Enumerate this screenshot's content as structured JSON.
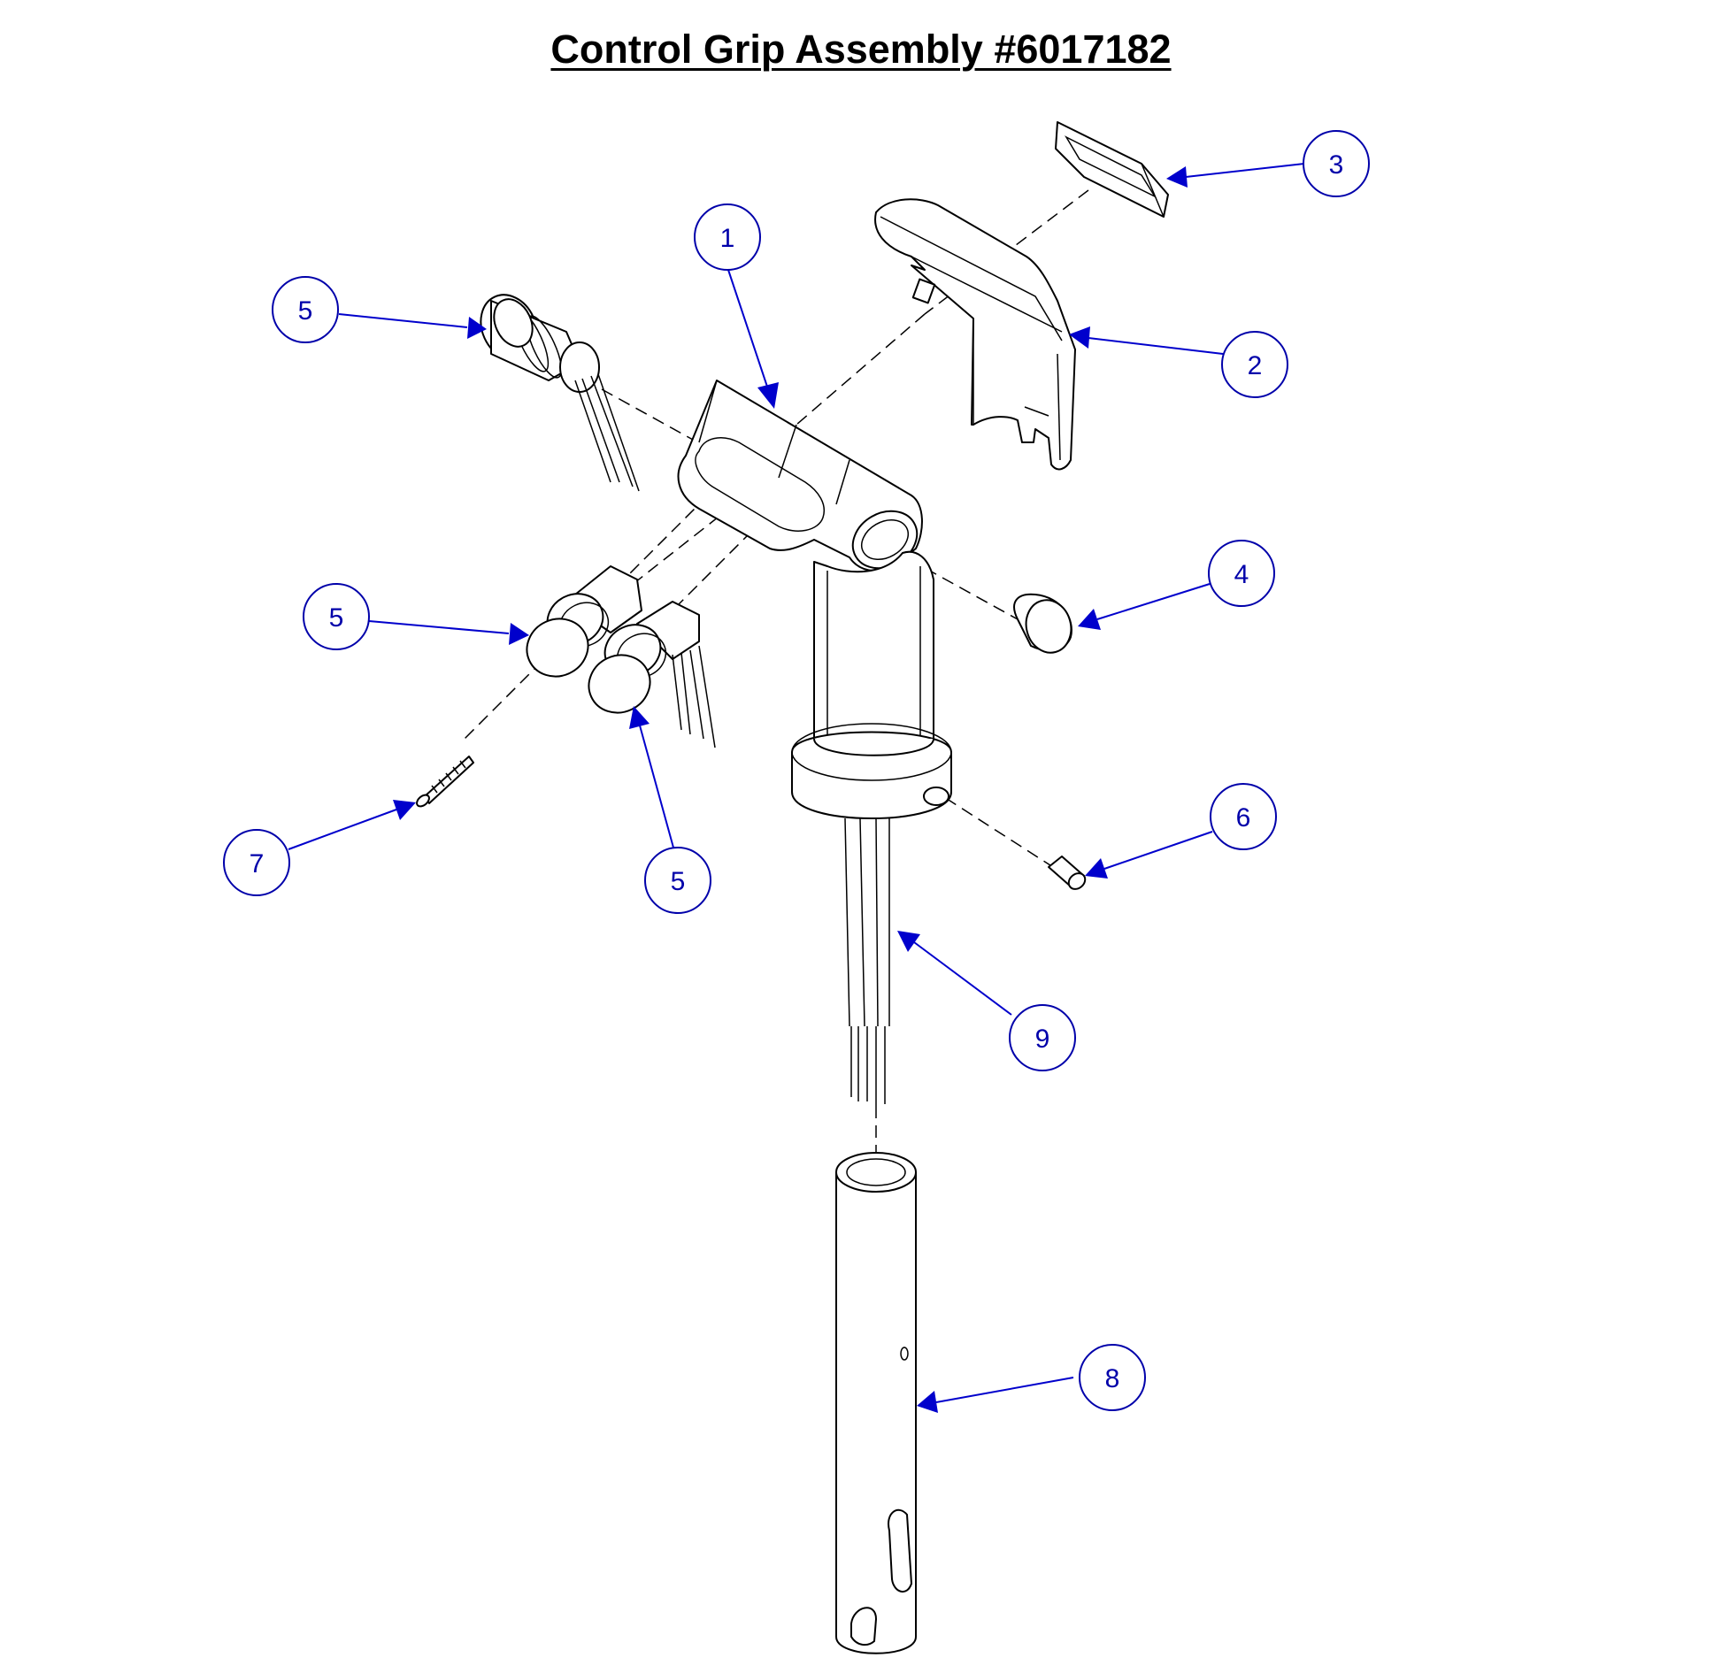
{
  "title": "Control Grip Assembly #6017182",
  "colors": {
    "callout": "#0000aa",
    "line": "#000000",
    "background": "#ffffff"
  },
  "callouts": [
    {
      "id": "c1",
      "label": "1"
    },
    {
      "id": "c2",
      "label": "2"
    },
    {
      "id": "c3",
      "label": "3"
    },
    {
      "id": "c4",
      "label": "4"
    },
    {
      "id": "c5a",
      "label": "5"
    },
    {
      "id": "c5b",
      "label": "5"
    },
    {
      "id": "c5c",
      "label": "5"
    },
    {
      "id": "c6",
      "label": "6"
    },
    {
      "id": "c7",
      "label": "7"
    },
    {
      "id": "c8",
      "label": "8"
    },
    {
      "id": "c9",
      "label": "9"
    }
  ]
}
